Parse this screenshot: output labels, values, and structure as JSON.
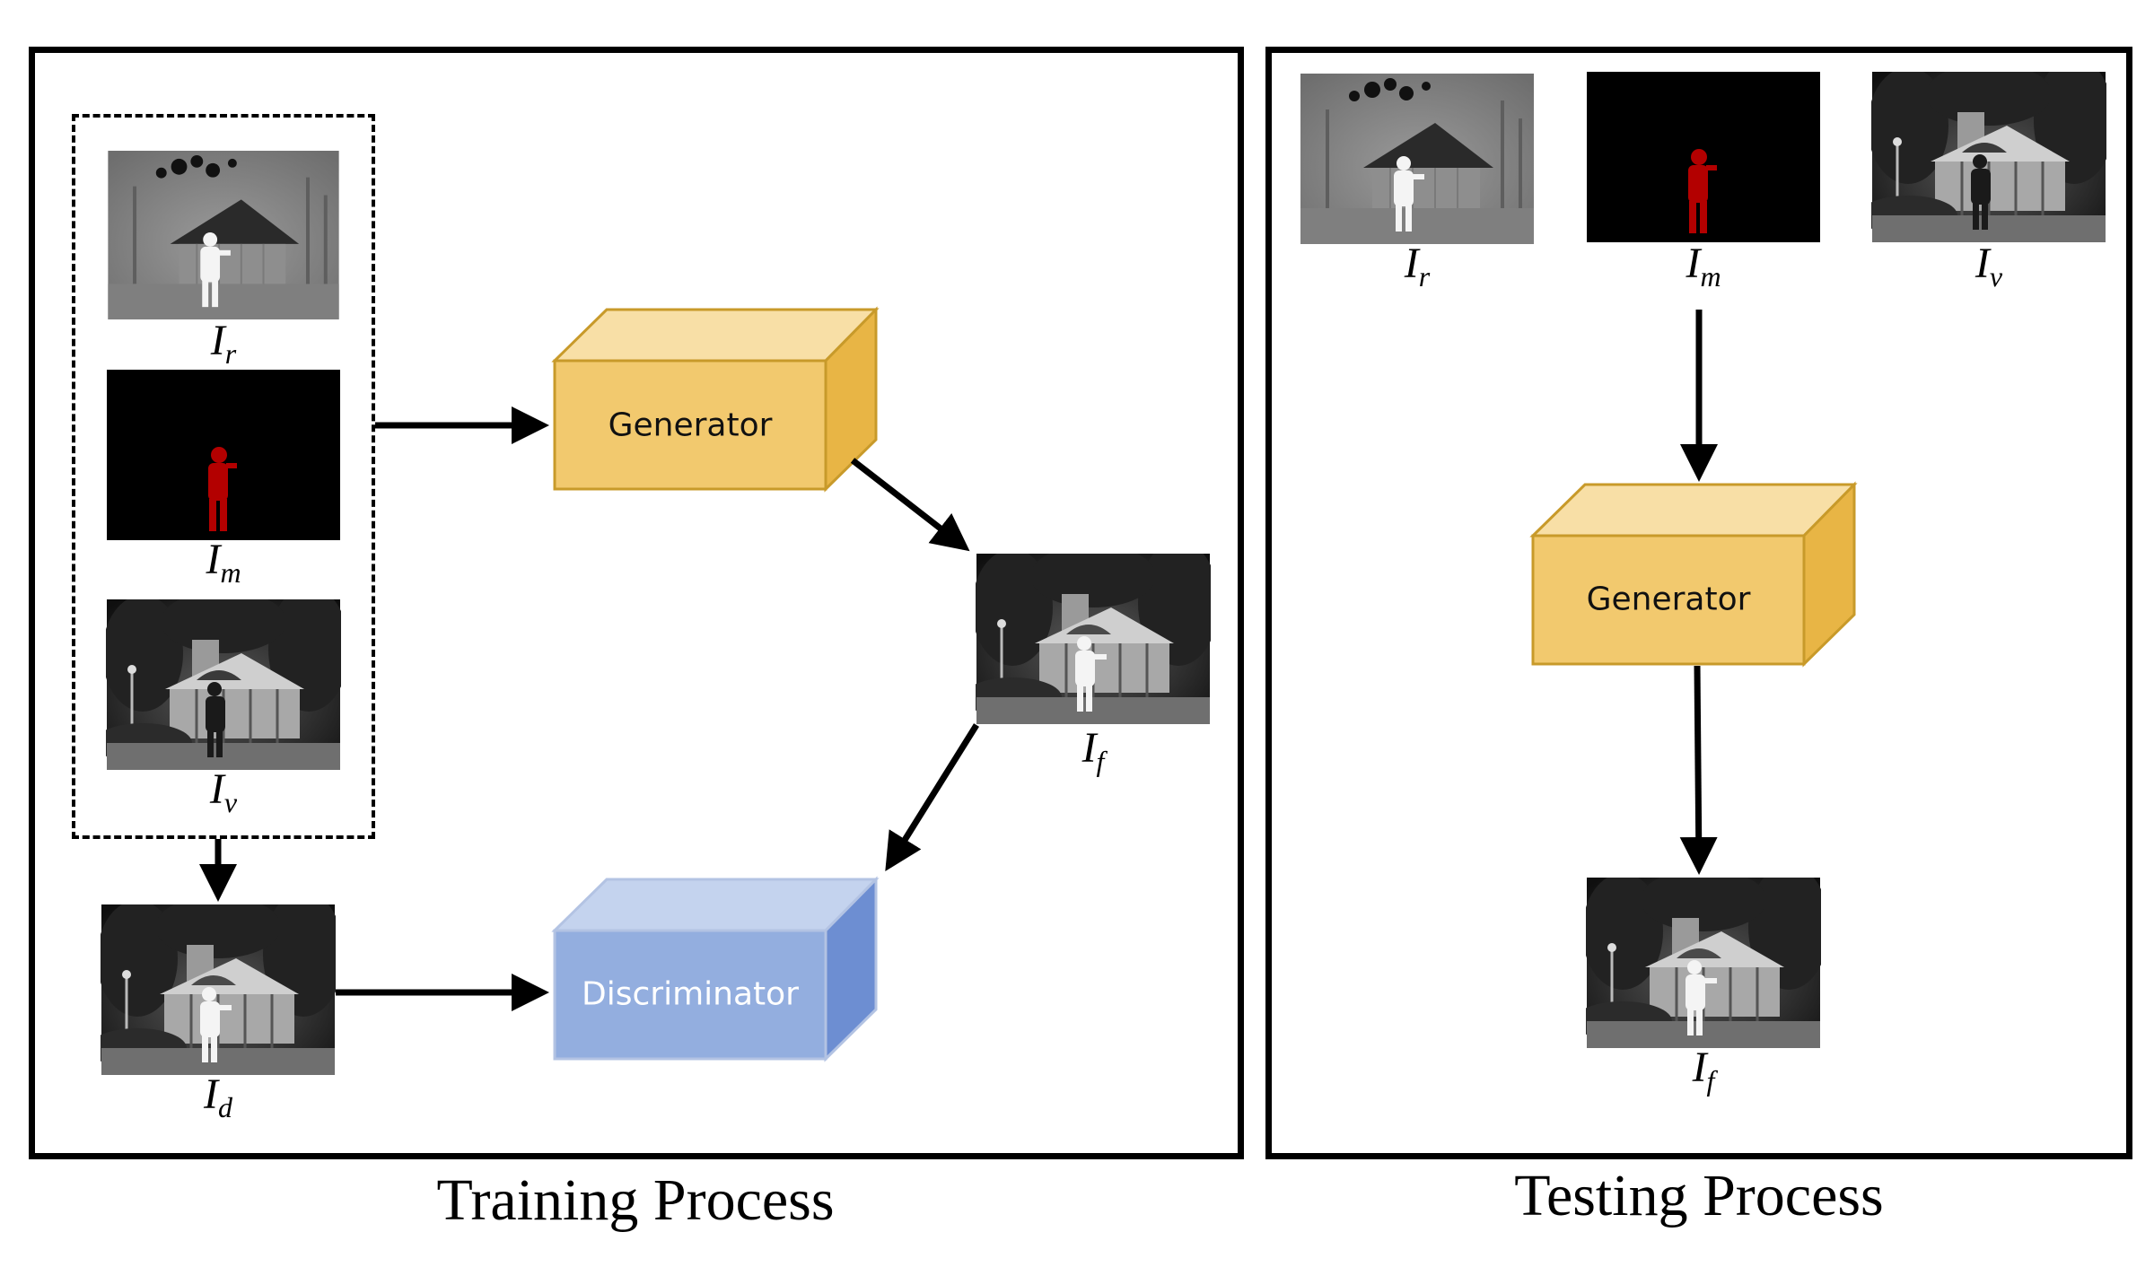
{
  "training": {
    "caption": "Training Process",
    "generator_label": "Generator",
    "discriminator_label": "Discriminator",
    "symbols": {
      "r": {
        "base": "I",
        "sub": "r"
      },
      "m": {
        "base": "I",
        "sub": "m"
      },
      "v": {
        "base": "I",
        "sub": "v"
      },
      "f": {
        "base": "I",
        "sub": "f"
      },
      "d": {
        "base": "I",
        "sub": "d"
      }
    }
  },
  "testing": {
    "caption": "Testing Process",
    "generator_label": "Generator",
    "symbols": {
      "r": {
        "base": "I",
        "sub": "r"
      },
      "m": {
        "base": "I",
        "sub": "m"
      },
      "v": {
        "base": "I",
        "sub": "v"
      },
      "f": {
        "base": "I",
        "sub": "f"
      }
    }
  },
  "colors": {
    "generator_front": "#f2c96e",
    "generator_top": "#f8dfa6",
    "generator_side": "#e8b545",
    "generator_edge": "#c89a2a",
    "discriminator_front": "#93aedf",
    "discriminator_top": "#c4d3ee",
    "discriminator_side": "#6d8ed2",
    "discriminator_edge": "#b3c3e3",
    "mask_red": "#b30000"
  }
}
